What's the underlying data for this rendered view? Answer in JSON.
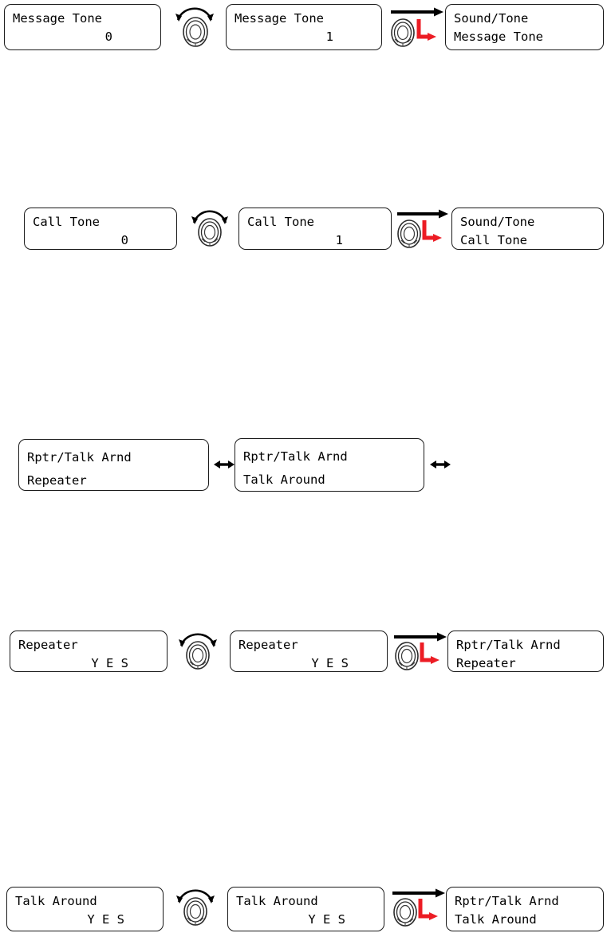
{
  "meta": {
    "accent_red": "#ec1c24",
    "ink": "#000000",
    "border": "#1a1a1a",
    "background": "#ffffff"
  },
  "icons": {
    "knob": "rotary-knob-icon",
    "curved_arrow": "rotate-clockwise-arrow-icon",
    "straight_arrow": "right-arrow-icon",
    "l_arrow": "press-enter-l-arrow-icon",
    "double_arrow": "left-right-double-arrow-icon"
  },
  "rows": [
    {
      "id": "message-tone",
      "screens": [
        {
          "name": "message-tone-value-0",
          "line1": "Message Tone",
          "line2": "0",
          "align2": "right"
        },
        {
          "name": "message-tone-value-1",
          "line1": "Message Tone",
          "line2": "1",
          "align2": "right"
        },
        {
          "name": "message-tone-menu",
          "line1": "Sound/Tone",
          "line2": "Message Tone",
          "align2": "left"
        }
      ]
    },
    {
      "id": "call-tone",
      "screens": [
        {
          "name": "call-tone-value-0",
          "line1": "Call Tone",
          "line2": "0",
          "align2": "right"
        },
        {
          "name": "call-tone-value-1",
          "line1": "Call Tone",
          "line2": "1",
          "align2": "right"
        },
        {
          "name": "call-tone-menu",
          "line1": "Sound/Tone",
          "line2": "Call Tone",
          "align2": "left"
        }
      ]
    },
    {
      "id": "rptr-talk-arnd-toggle",
      "screens": [
        {
          "name": "rptr-talk-arnd-repeater",
          "line1": "Rptr/Talk Arnd",
          "line2": "Repeater",
          "align2": "left"
        },
        {
          "name": "rptr-talk-arnd-talk-around",
          "line1": "Rptr/Talk Arnd",
          "line2": "Talk Around",
          "align2": "left"
        }
      ]
    },
    {
      "id": "repeater",
      "screens": [
        {
          "name": "repeater-yes-before",
          "line1": "Repeater",
          "line2": "Y E S",
          "align2": "right"
        },
        {
          "name": "repeater-yes-after",
          "line1": "Repeater",
          "line2": "Y E S",
          "align2": "right"
        },
        {
          "name": "repeater-menu",
          "line1": "Rptr/Talk Arnd",
          "line2": "Repeater",
          "align2": "left"
        }
      ]
    },
    {
      "id": "talk-around",
      "screens": [
        {
          "name": "talk-around-yes-before",
          "line1": "Talk Around",
          "line2": "Y E S",
          "align2": "right"
        },
        {
          "name": "talk-around-yes-after",
          "line1": "Talk Around",
          "line2": "Y E S",
          "align2": "right"
        },
        {
          "name": "talk-around-menu",
          "line1": "Rptr/Talk Arnd",
          "line2": "Talk Around",
          "align2": "left"
        }
      ]
    }
  ]
}
